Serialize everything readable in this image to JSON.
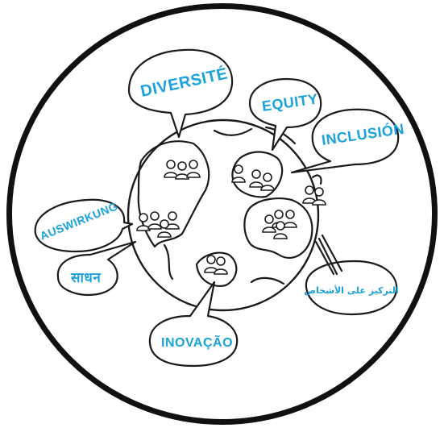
{
  "labels": {
    "diversite": "DIVERSITÉ",
    "equity": "EQUITY",
    "inclusion": "INCLUSIÓN",
    "auswirkung": "AUSWIRKUNG",
    "sadhan": "साधन",
    "focus_ar": "التركيز على الأشخاص",
    "inovacao": "INOVAÇÃO"
  },
  "colors": {
    "ink": "#1b1b1b",
    "label": "#1aa2dc",
    "background": "#ffffff"
  },
  "icons": {
    "people_group": "people-group-icon",
    "globe": "globe-icon"
  }
}
